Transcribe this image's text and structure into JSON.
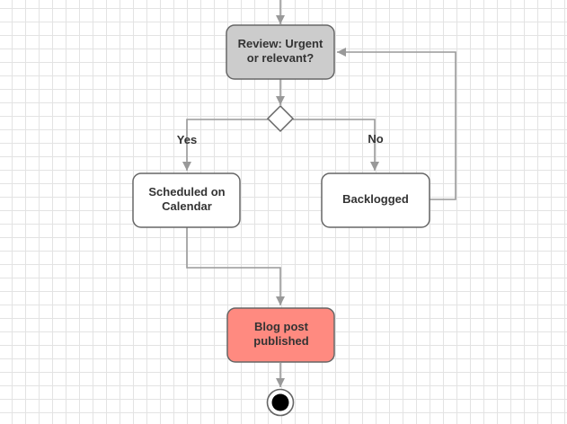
{
  "nodes": {
    "review": {
      "line1": "Review: Urgent",
      "line2": "or relevant?"
    },
    "scheduled": {
      "line1": "Scheduled on",
      "line2": "Calendar"
    },
    "backlogged": {
      "label": "Backlogged"
    },
    "published": {
      "line1": "Blog post",
      "line2": "published"
    }
  },
  "edge_labels": {
    "yes": "Yes",
    "no": "No"
  },
  "colors": {
    "review_fill": "#cccccc",
    "published_fill": "#ff8a80",
    "node_stroke": "#666666",
    "connector": "#999999"
  }
}
